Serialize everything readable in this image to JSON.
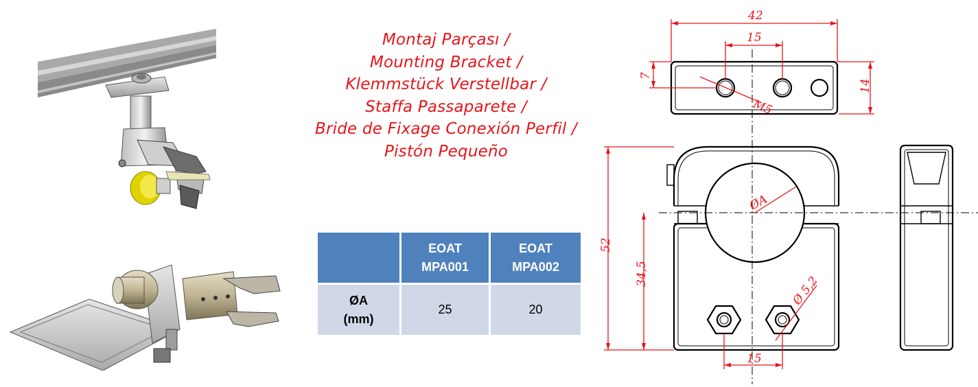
{
  "title_lines": [
    "Montaj Parçası /",
    "Mounting Bracket /",
    "Klemmstück Verstellbar /",
    "Staffa Passaparete /",
    "Bride de Fixage Conexión Perfil /",
    "Pistón Pequeño"
  ],
  "table": {
    "header": [
      "",
      "EOAT\nMPA001",
      "EOAT\nMPA002"
    ],
    "rows": [
      {
        "label": "ØA\n(mm)",
        "values": [
          "25",
          "20"
        ]
      }
    ]
  },
  "drawing": {
    "dimensions": [
      "42",
      "15",
      "7",
      "14",
      "M5",
      "ØA",
      "52",
      "34,5",
      "Ø 5,2",
      "15"
    ]
  },
  "colors": {
    "title": "#e8141a",
    "table_header": "#4f81bd",
    "table_body": "#d0d8e8",
    "dimension": "#e8141a"
  }
}
